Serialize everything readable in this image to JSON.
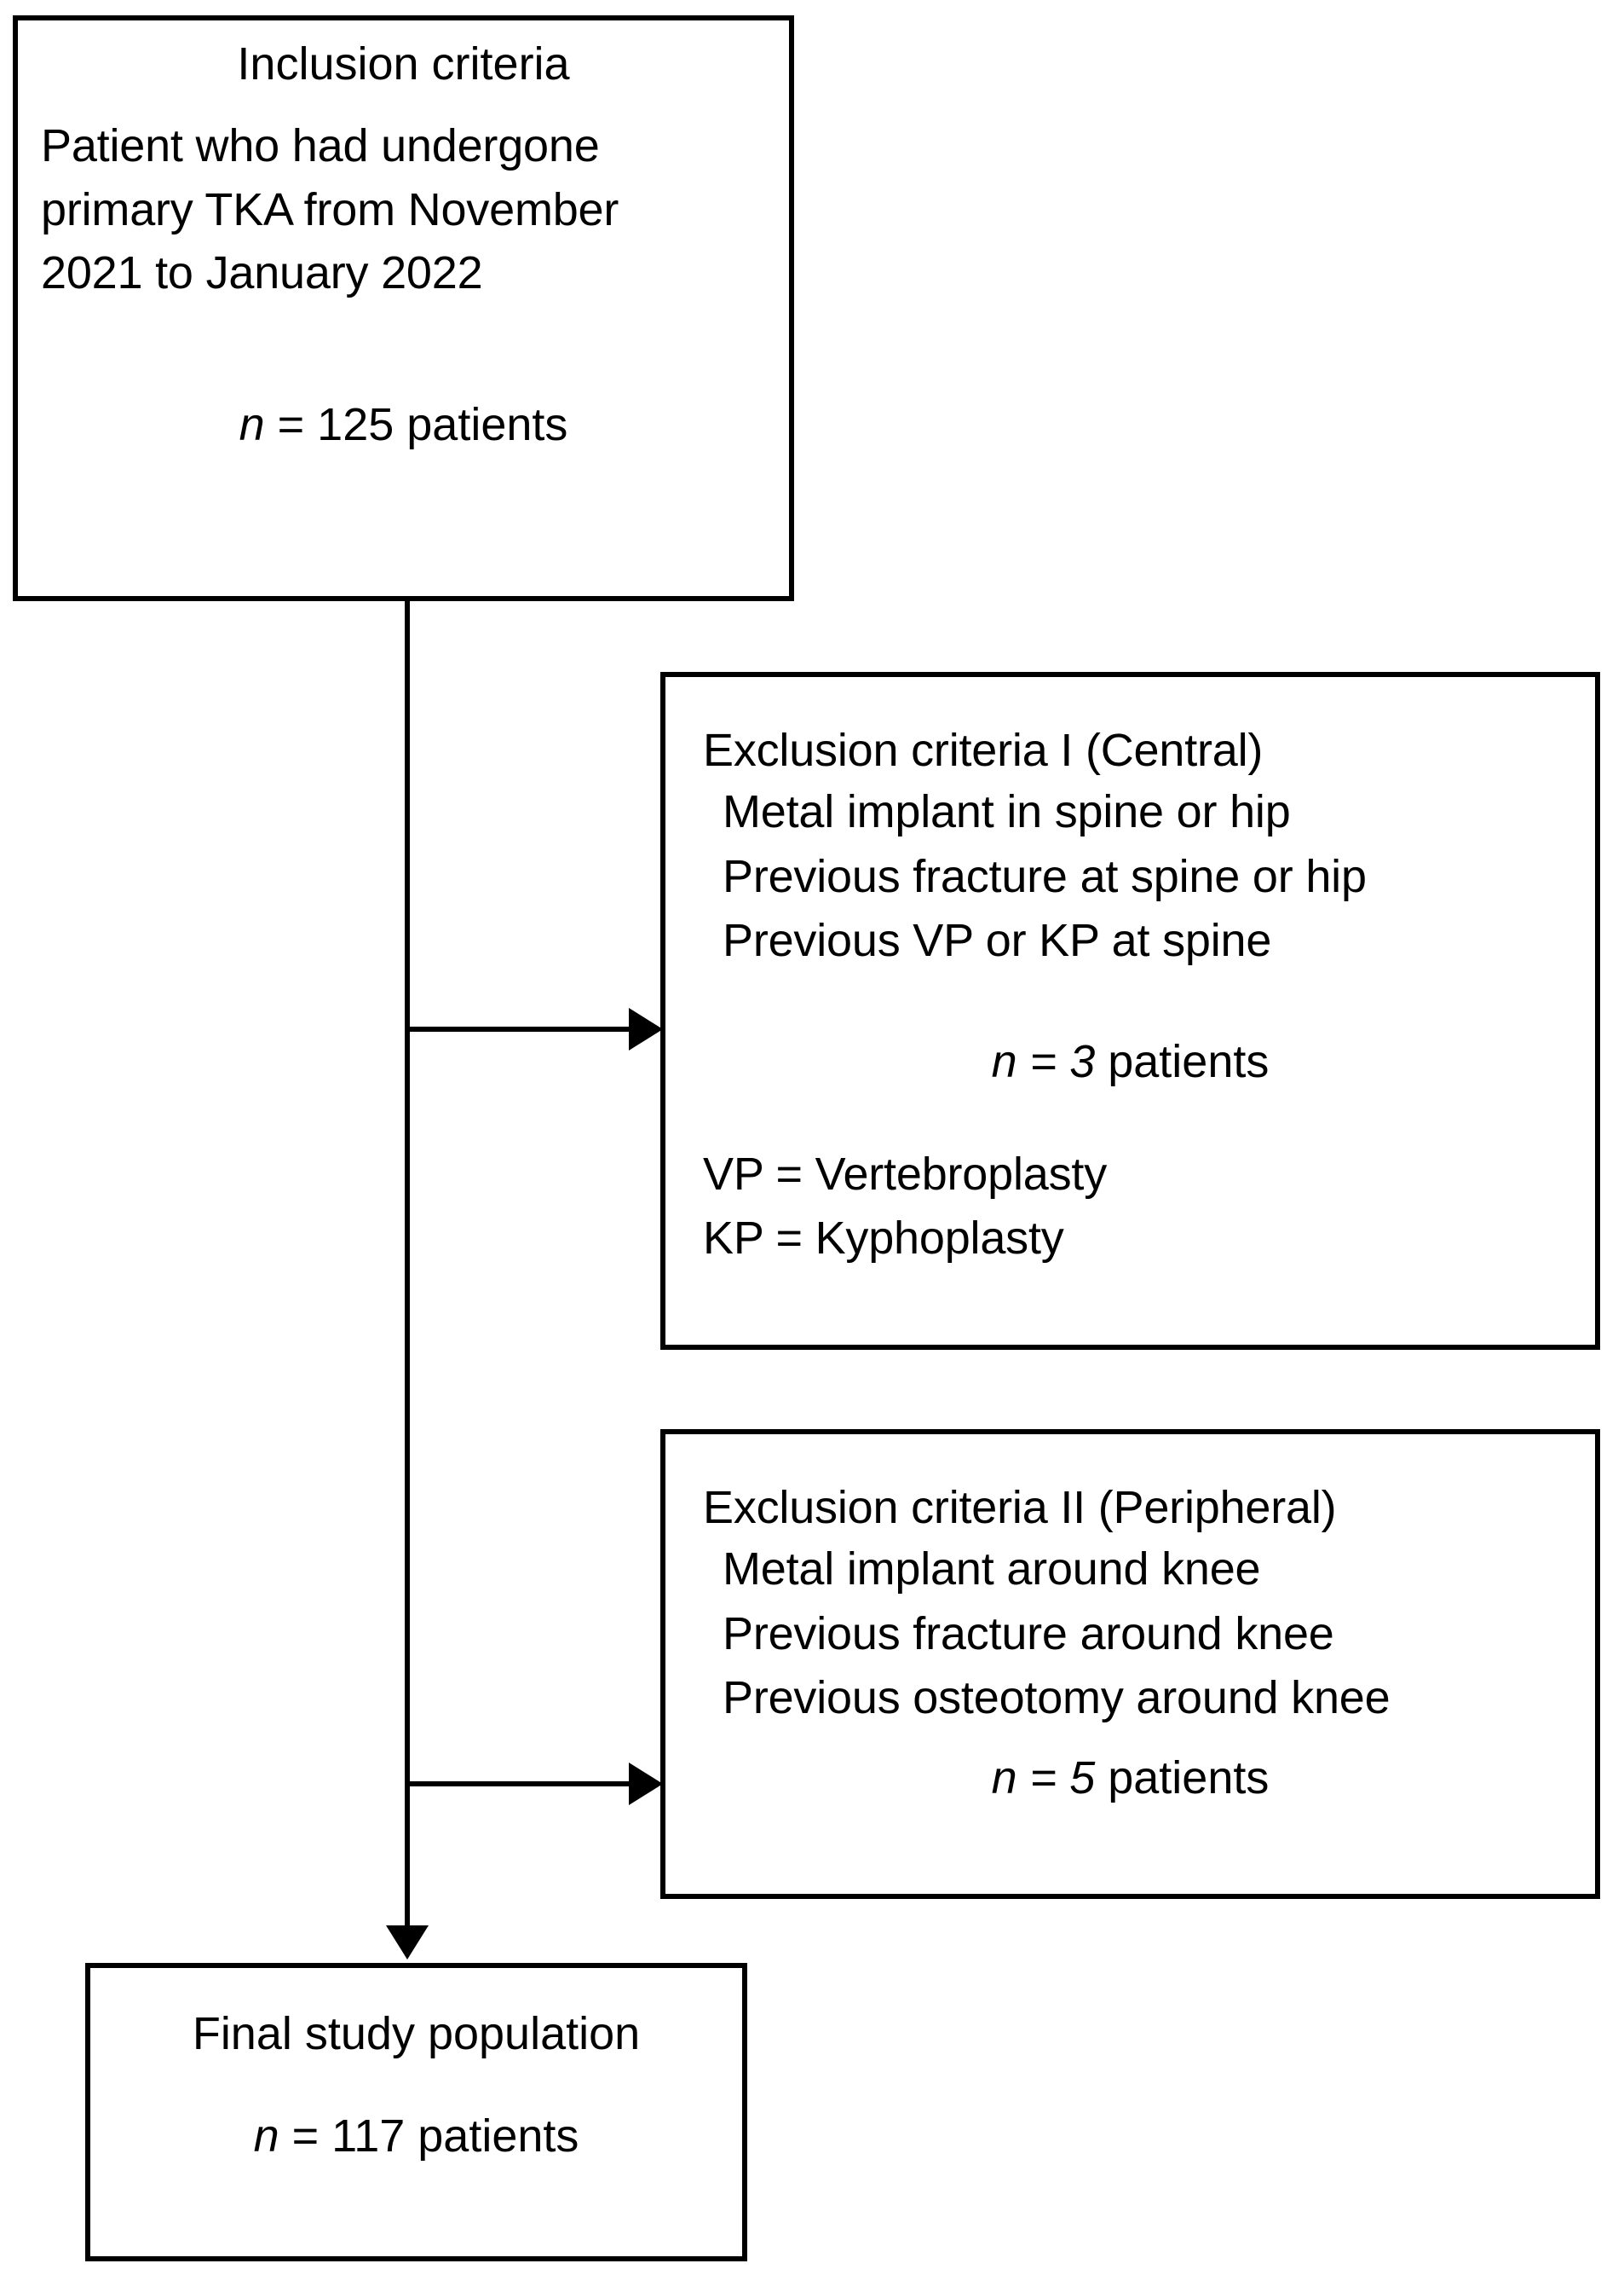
{
  "figure": {
    "type": "patient-flow-diagram",
    "stroke_color": "#000000",
    "background_color": "#ffffff"
  },
  "inclusion": {
    "title": "Inclusion criteria",
    "body": "Patient who had undergone\nprimary TKA from November\n2021 to January 2022",
    "count_n": "n",
    "count_value": " = 125 patients"
  },
  "exclusion_1": {
    "title": "Exclusion criteria I (Central)",
    "criteria": "Metal implant in spine or hip\nPrevious fracture at spine or hip\nPrevious VP or KP at spine",
    "count_prefix": "n = ",
    "count_number": "3",
    "count_suffix": " patients",
    "legend": "VP = Vertebroplasty\nKP = Kyphoplasty"
  },
  "exclusion_2": {
    "title": "Exclusion criteria II (Peripheral)",
    "criteria": "Metal implant around knee\nPrevious fracture around knee\nPrevious osteotomy around knee",
    "count_prefix": "n = ",
    "count_number": "5",
    "count_suffix": " patients"
  },
  "final": {
    "title": "Final study population",
    "count_n": "n",
    "count_value": " = 117 patients"
  }
}
